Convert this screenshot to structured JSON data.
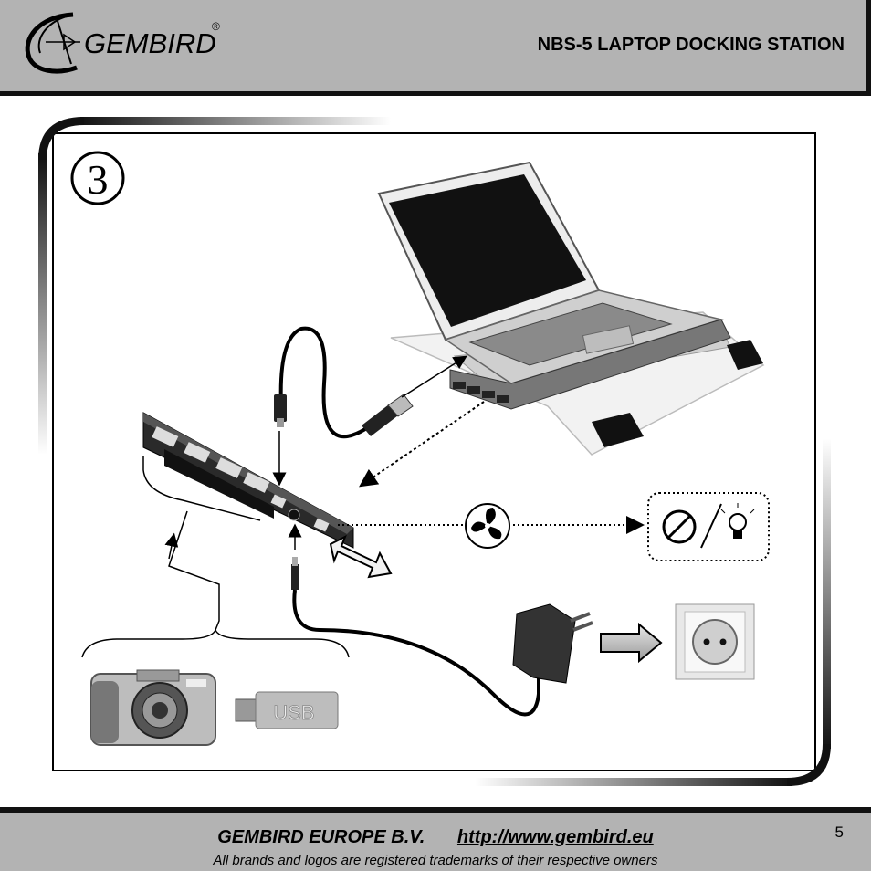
{
  "header": {
    "brand": "GEMBIRD",
    "registered_mark": "®",
    "title": "NBS-5 LAPTOP DOCKING STATION"
  },
  "diagram": {
    "step_number": "3",
    "usb_label": "USB"
  },
  "footer": {
    "company": "GEMBIRD EUROPE B.V.",
    "url": "http://www.gembird.eu",
    "trademark_notice": "All brands and logos are registered trademarks of their respective owners",
    "page_number": "5"
  },
  "colors": {
    "band_gray": "#b3b3b3",
    "ink": "#111111"
  }
}
